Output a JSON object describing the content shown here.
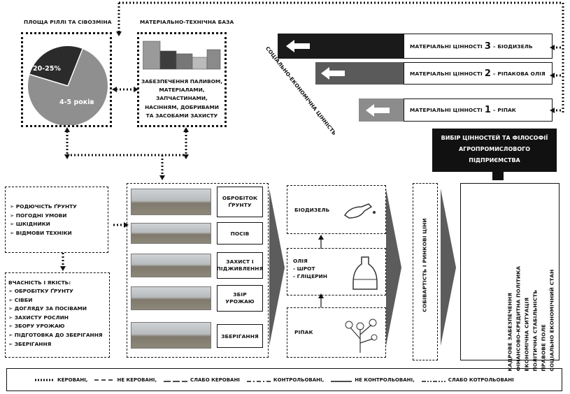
{
  "area": {
    "title": "ПЛОЩА РІЛЛІ ТА СІВОЗМІНА",
    "pie_small": "20-25%",
    "pie_large": "4-5 років"
  },
  "base": {
    "title": "МАТЕРІАЛЬНО-ТЕХНІЧНА БАЗА",
    "text": [
      "ЗАБЕЗПЕЧЕННЯ ПАЛИВОМ,",
      "МАТЕРІАЛАМИ,",
      "ЗАПЧАСТИНАМИ,",
      "НАСІННЯМ, ДОБРИВАМИ",
      "ТА ЗАСОБАМИ ЗАХИСТУ"
    ]
  },
  "values": [
    {
      "prefix": "МАТЕРІАЛЬНІ ЦІННОСТІ",
      "num": "3",
      "suffix": "– БІОДИЗЕЛЬ"
    },
    {
      "prefix": "МАТЕРІАЛЬНІ ЦІННОСТІ",
      "num": "2",
      "suffix": "– РІПАКОВА ОЛІЯ"
    },
    {
      "prefix": "МАТЕРІАЛЬНІ ЦІННОСТІ",
      "num": "1",
      "suffix": "– РІПАК"
    }
  ],
  "socio_label": "СОЦІАЛЬНО-ЕКОНОМІЧНА ЦІННІСТЬ",
  "philosophy": [
    "ВИБІР ЦІННОСТЕЙ ТА ФІЛОСОФІЇ",
    "АГРОПРОМИСЛОВОГО",
    "ПІДПРИЄМСТВА"
  ],
  "factors": [
    "РОДЮЧІСТЬ ҐРУНТУ",
    "ПОГОДНІ УМОВИ",
    "ШКІДНИКИ",
    "ВІДМОВИ ТЕХНІКИ"
  ],
  "timing": {
    "title": "ВЧАСНІСТЬ І ЯКІСТЬ:",
    "items": [
      "ОБРОБІТКУ ҐРУНТУ",
      "СІВБИ",
      "ДОГЛЯДУ ЗА ПОСІВАМИ",
      "ЗАХИСТУ РОСЛИН",
      "ЗБОРУ УРОЖАЮ",
      "ПІДГОТОВКА ДО ЗБЕРІГАННЯ",
      "ЗБЕРІГАННЯ"
    ]
  },
  "operations": [
    [
      "ОБРОБІТОК",
      "ҐРУНТУ"
    ],
    [
      "ПОСІВ"
    ],
    [
      "ЗАХИСТ І",
      "ПІДЖИВЛЕННЯ"
    ],
    [
      "ЗБІР",
      "УРОЖАЮ"
    ],
    [
      "ЗБЕРІГАННЯ"
    ]
  ],
  "products": {
    "biodiesel": "БІОДИЗЕЛЬ",
    "oil": "ОЛІЯ",
    "oil_items": [
      "ШРОТ",
      "ГЛІЦЕРИН"
    ],
    "rapeseed": "РІПАК"
  },
  "cost_label": "СОБІВАРТІСТЬ І РИНКОВІ ЦІНИ",
  "policy": [
    "КАДРОВЕ ЗАБЕЗПЕЧЕННЯ",
    "ФІНАНСОВО-КРЕДИТНА ПОЛІТИКА",
    "ЕКОНОМІЧНА СИТУАЦІЯ",
    "ПОЛІТИЧНА СТАБІЛЬНІСТЬ",
    "ПРАВОВЕ ПОЛЕ",
    "СОЦІАЛЬНО ЕКОНОМІЧНИЙ СТАН"
  ],
  "legend": [
    "КЕРОВАНІ,",
    "НЕ КЕРОВАНІ,",
    "СЛАБО КЕРОВАНІ",
    "КОНТРОЛЬОВАНІ,",
    "НЕ КОНТРОЛЬОВАНІ,",
    "СЛАБО КОТРОЛЬОВАНІ"
  ],
  "colors": {
    "dark": "#1a1a1a",
    "mid": "#5a5a5a",
    "light": "#8c8c8c",
    "pie_dark": "#2b2b2b",
    "pie_light": "#8f8f8f"
  }
}
